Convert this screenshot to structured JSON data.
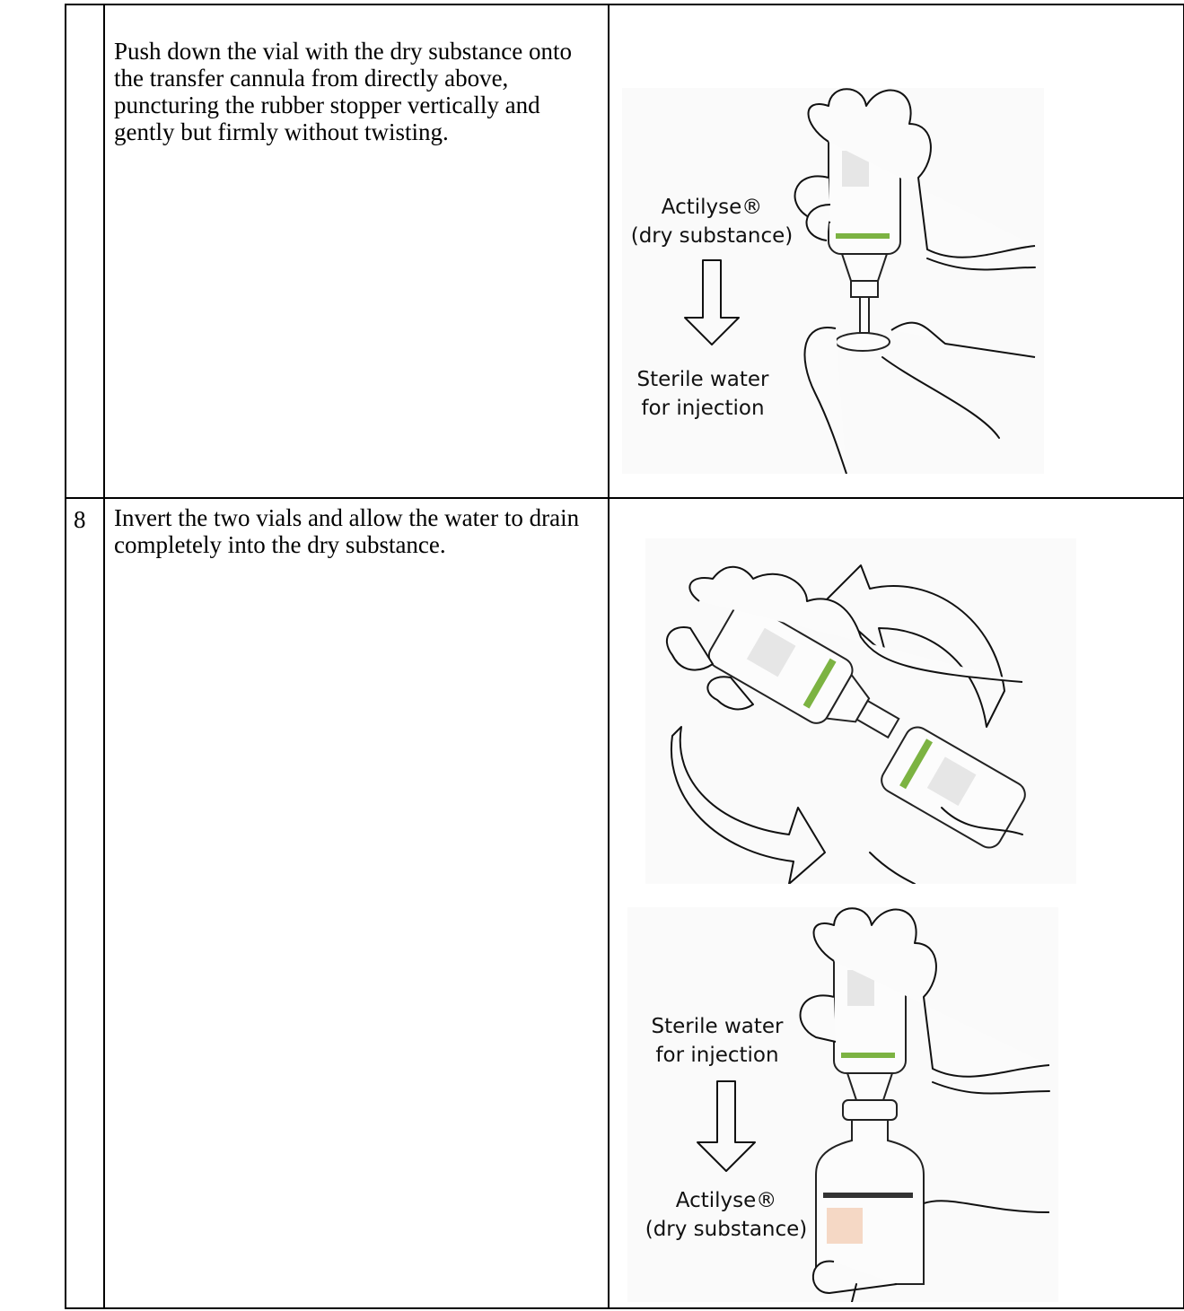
{
  "rows": [
    {
      "number": "",
      "text": "Push down the vial with the dry substance onto the transfer cannula from directly above, puncturing the rubber stopper vertically and gently but firmly without twisting.",
      "figure": {
        "top_label": [
          "Actilyse®",
          "(dry substance)"
        ],
        "bottom_label": [
          "Sterile water",
          "for injection"
        ],
        "arrow": "down-arrow"
      }
    },
    {
      "number": "8",
      "text": "Invert the two vials and allow the water to drain completely into the dry substance.",
      "figure_rotate": {
        "arrows": "rotation-arrows"
      },
      "figure": {
        "top_label": [
          "Sterile water",
          "for injection"
        ],
        "bottom_label": [
          "Actilyse®",
          "(dry substance)"
        ],
        "arrow": "down-arrow"
      }
    }
  ],
  "colors": {
    "border": "#000000",
    "label_accent": "#7cb342",
    "label_orange": "#f0a070"
  }
}
